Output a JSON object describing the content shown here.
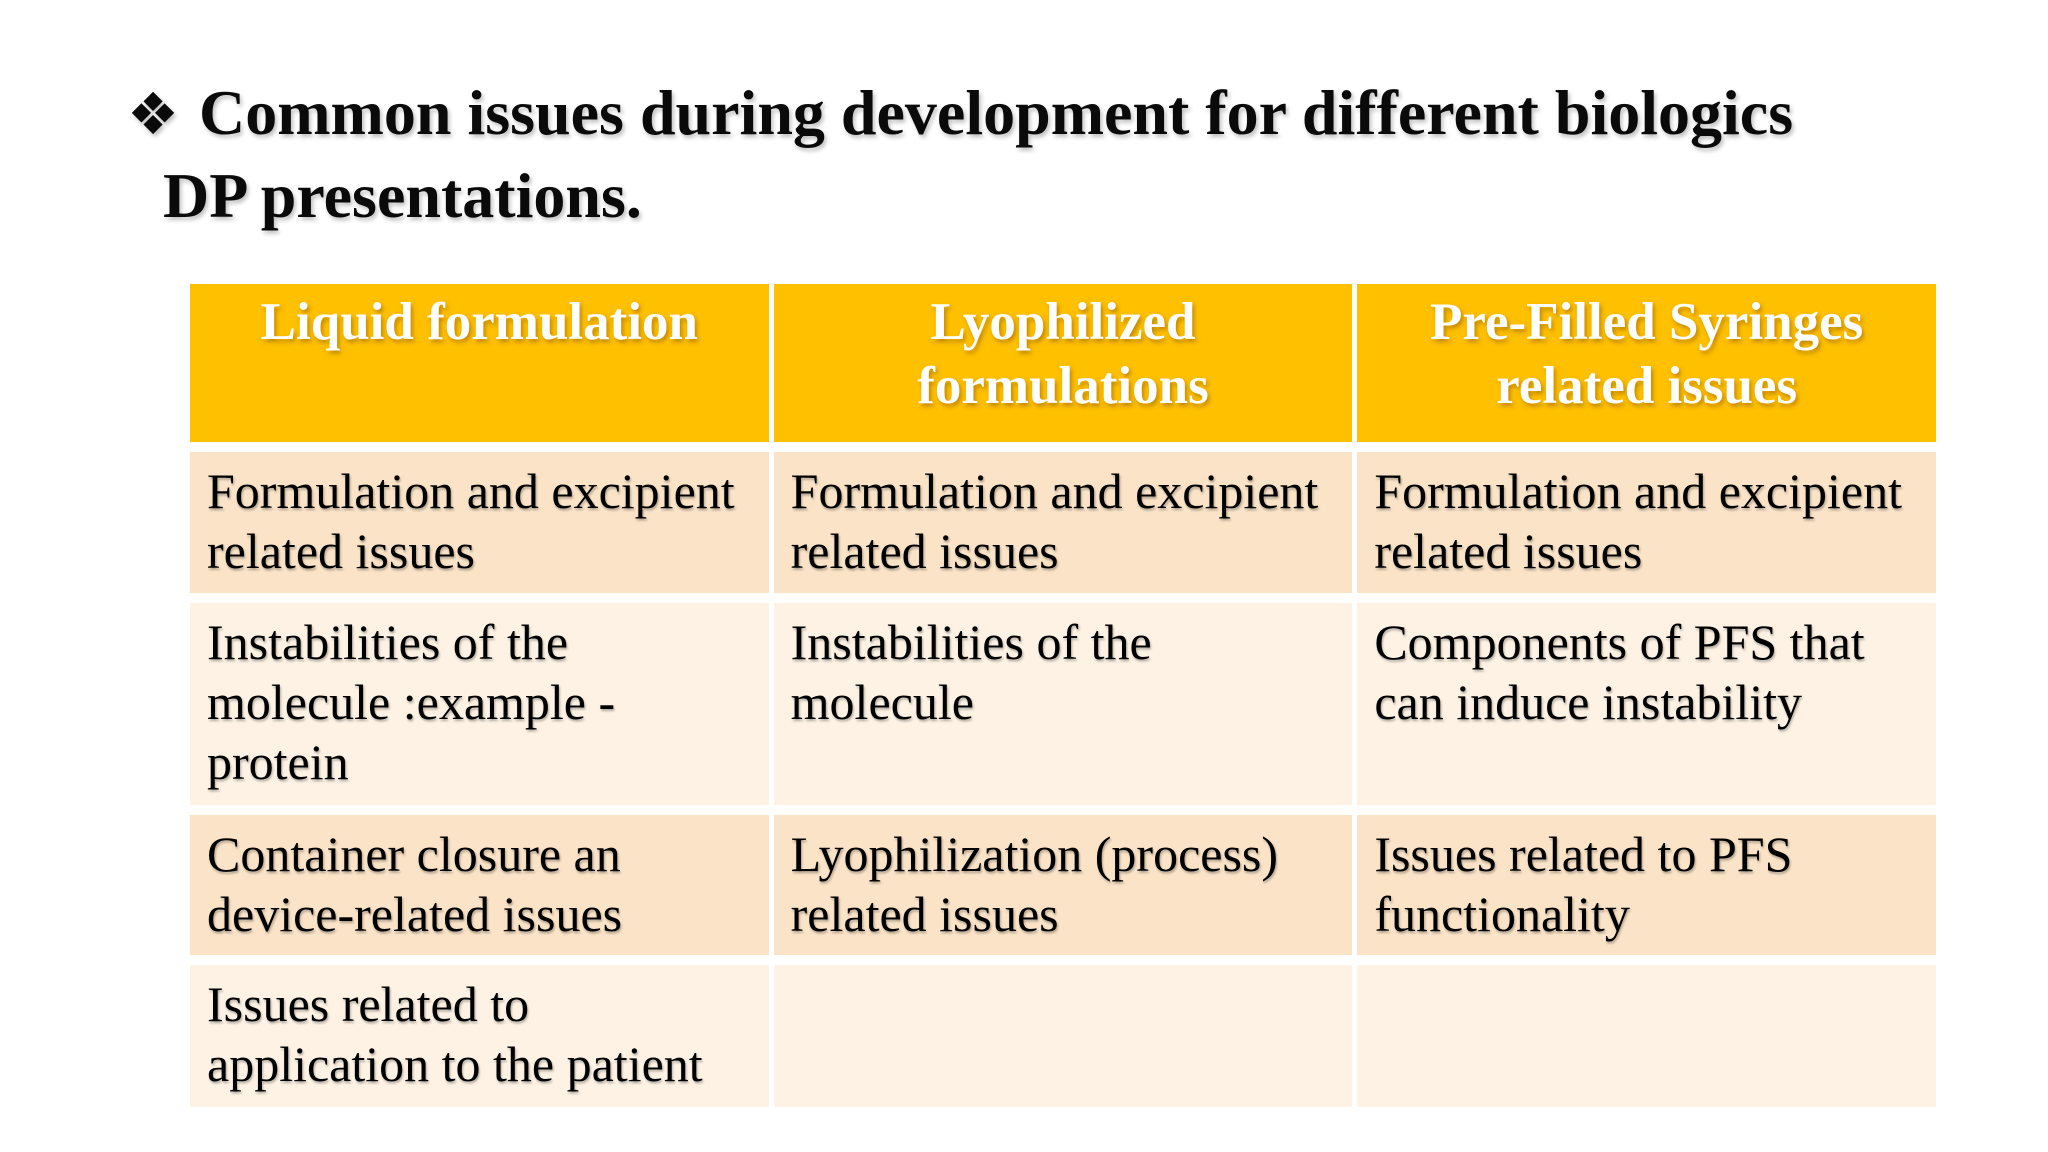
{
  "slide": {
    "background_color": "#FFFFFF",
    "title": {
      "bullet": "❖",
      "line1": "Common issues during development for different biologics",
      "line2": "DP presentations."
    },
    "table": {
      "accent_color": "#FFC000",
      "header_text_color": "#FFFFFF",
      "band_dark_color": "#FAE3C7",
      "band_light_color": "#FDF2E4",
      "columns": [
        "Liquid formulation",
        "Lyophilized formulations",
        "Pre-Filled Syringes related issues"
      ],
      "rows": [
        [
          "Formulation and excipient related issues",
          "Formulation and excipient related issues",
          "Formulation and excipient related issues"
        ],
        [
          "Instabilities of the molecule :example - protein",
          "Instabilities of the molecule",
          "Components of PFS that can induce instability"
        ],
        [
          "Container closure an device-related issues",
          "Lyophilization (process) related issues",
          "Issues related to PFS functionality"
        ],
        [
          "Issues related to application to the patient",
          "",
          ""
        ]
      ]
    }
  }
}
